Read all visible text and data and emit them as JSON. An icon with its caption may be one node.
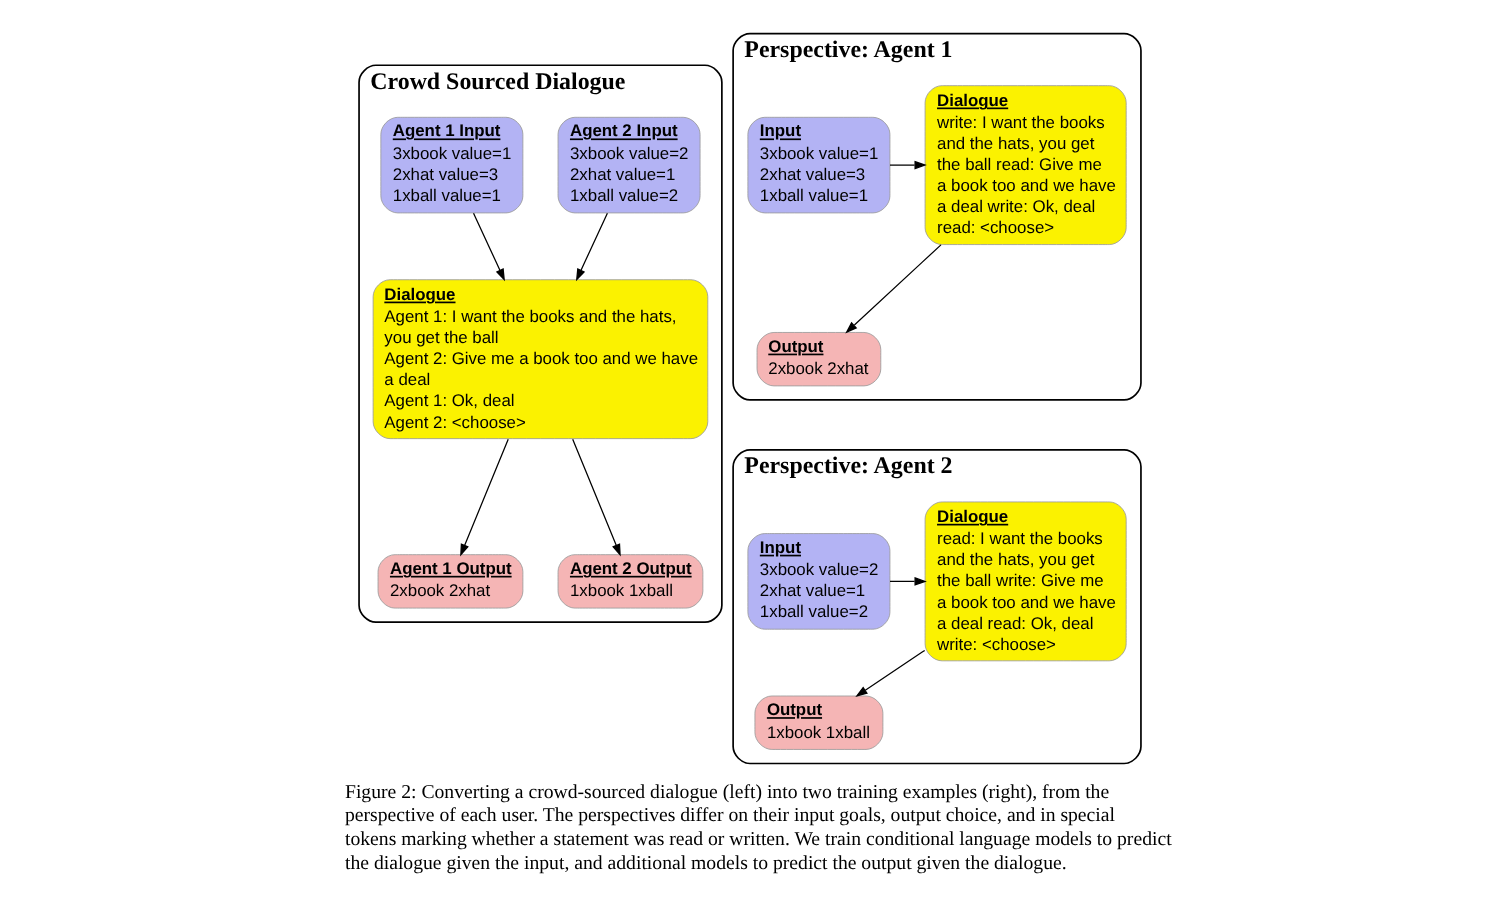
{
  "diagram": {
    "caption": "Figure 2: Converting a crowd-sourced dialogue (left) into two training examples (right), from the perspective of each user. The perspectives differ on their input goals, output choice, and in special tokens marking whether a statement was read or written. We train conditional language models to predict the dialogue given the input, and additional models to predict the output given the dialogue.",
    "nodes": [
      {
        "text": [
          "Crowd Sourced Dialogue"
        ]
      },
      {
        "text": [
          "Agent 1 Input",
          "3xbook value=1",
          "2xhat value=3",
          "1xball value=1"
        ],
        "in": 0
      },
      {
        "text": [
          "Agent 2 Input",
          "3xbook value=2",
          "2xhat value=1",
          "1xball value=2"
        ],
        "in": 0
      },
      {
        "text": [
          "Dialogue",
          "Agent 1: I want the books and the hats, you get the ball",
          "Agent 2: Give me a book too and we have a deal",
          "Agent 1: Ok, deal",
          "Agent 2: <choose>"
        ],
        "in": 0
      },
      {
        "text": [
          "Agent 1 Output",
          "2xbook 2xhat"
        ],
        "in": 0
      },
      {
        "text": [
          "Agent 2 Output",
          "1xbook 1xball"
        ],
        "in": 0
      },
      {
        "text": [
          "Perspective: Agent 1"
        ]
      },
      {
        "text": [
          "Input",
          "3xbook value=1",
          "2xhat value=3",
          "1xball value=1"
        ],
        "in": 6
      },
      {
        "text": [
          "Dialogue",
          "write: I want the books and the hats, you get the ball read: Give me a book too and we have a deal write: Ok, deal read: <choose>"
        ],
        "in": 6
      },
      {
        "text": [
          "Output",
          "2xbook 2xhat"
        ],
        "in": 6
      },
      {
        "text": [
          "Perspective: Agent 2"
        ]
      },
      {
        "text": [
          "Input",
          "3xbook value=2",
          "2xhat value=1",
          "1xball value=2"
        ],
        "in": 10
      },
      {
        "text": [
          "Dialogue",
          "read: I want the books and the hats, you get the ball write: Give me a book too and we have a deal read: Ok, deal write: <choose>"
        ],
        "in": 10
      },
      {
        "text": [
          "Output",
          "1xbook 1xball"
        ],
        "in": 10
      }
    ],
    "edges": [
      {
        "from": 1,
        "to": 3,
        "arrow": "to"
      },
      {
        "from": 2,
        "to": 3,
        "arrow": "to"
      },
      {
        "from": 3,
        "to": 4,
        "arrow": "to"
      },
      {
        "from": 3,
        "to": 5,
        "arrow": "to"
      },
      {
        "from": 7,
        "to": 8,
        "arrow": "to"
      },
      {
        "from": 8,
        "to": 9,
        "arrow": "to"
      },
      {
        "from": 11,
        "to": 12,
        "arrow": "to"
      },
      {
        "from": 12,
        "to": 13,
        "arrow": "to"
      }
    ]
  }
}
